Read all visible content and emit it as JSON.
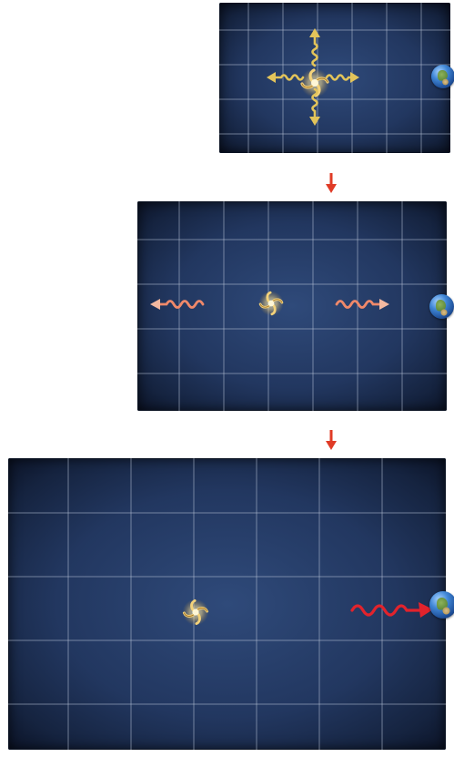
{
  "stages": [
    {
      "id": 1,
      "emission": "four-directions",
      "light_color": "#e3c45a",
      "galaxy_icon": "spiral-galaxy-icon",
      "observer_icon": "earth-icon"
    },
    {
      "id": 2,
      "emission": "two-directions",
      "light_color": "#f0896a",
      "galaxy_icon": "spiral-galaxy-icon",
      "observer_icon": "earth-icon"
    },
    {
      "id": 3,
      "emission": "toward-observer",
      "light_color": "#e2232c",
      "galaxy_icon": "spiral-galaxy-icon",
      "observer_icon": "earth-icon"
    }
  ],
  "colors": {
    "background": "#ffffff",
    "panel_space": "#223760",
    "grid_line": "#b9c4d8",
    "stage_arrow": "#e03b26"
  }
}
